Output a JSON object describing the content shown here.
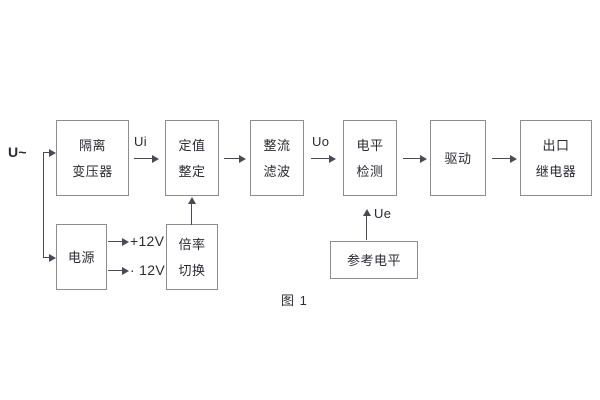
{
  "figure": {
    "caption": "图 1",
    "background": "#ffffff",
    "box_border_color": "#8d8d8d",
    "line_color": "#4a4a55",
    "text_color": "#2b2b33"
  },
  "blocks": [
    {
      "id": "isolation-transformer",
      "lines": [
        "隔离",
        "变压器"
      ]
    },
    {
      "id": "setting-value",
      "lines": [
        "定值",
        "整定"
      ]
    },
    {
      "id": "rectify-filter",
      "lines": [
        "整流",
        "滤波"
      ]
    },
    {
      "id": "level-detect",
      "lines": [
        "电平",
        "检测"
      ]
    },
    {
      "id": "drive",
      "lines": [
        "驱动"
      ]
    },
    {
      "id": "output-relay",
      "lines": [
        "出口",
        "继电器"
      ]
    },
    {
      "id": "power-supply",
      "lines": [
        "电源"
      ]
    },
    {
      "id": "multiplier-switch",
      "lines": [
        "倍率",
        "切换"
      ]
    },
    {
      "id": "reference-level",
      "lines": [
        "参考电平"
      ]
    }
  ],
  "signals": {
    "input": "U~",
    "ui": "Ui",
    "uo": "Uo",
    "ue": "Ue",
    "supply_positive": "+12V",
    "supply_negative": "· 12V"
  }
}
